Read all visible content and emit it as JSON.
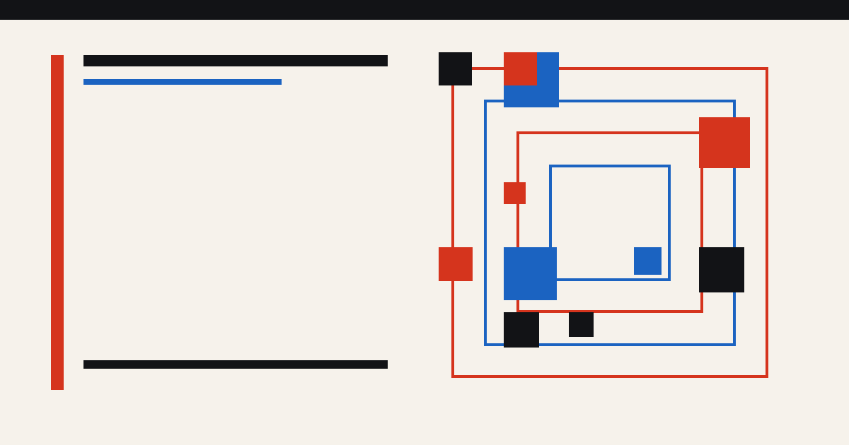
{
  "palette": {
    "background": "#f6f2eb",
    "ink": "#121316",
    "red": "#d5341d",
    "blue": "#1b63c1"
  },
  "header": {
    "bar_color": "#121316"
  },
  "left_panel": {
    "stripe_color": "#d5341d",
    "lines": [
      {
        "name": "title-placeholder-line",
        "color": "#121316"
      },
      {
        "name": "subtitle-placeholder-line",
        "color": "#1b63c1"
      },
      {
        "name": "footer-placeholder-line",
        "color": "#121316"
      }
    ]
  },
  "composition": {
    "frames": [
      {
        "name": "outer-red-frame",
        "color": "#d5341d"
      },
      {
        "name": "blue-frame",
        "color": "#1b63c1"
      },
      {
        "name": "inner-red-frame",
        "color": "#d5341d"
      },
      {
        "name": "inner-blue-frame",
        "color": "#1b63c1"
      }
    ],
    "blocks": [
      {
        "name": "black-block-top-left",
        "color": "#121316"
      },
      {
        "name": "blue-block-top",
        "color": "#1b63c1"
      },
      {
        "name": "red-block-top",
        "color": "#d5341d"
      },
      {
        "name": "red-block-right",
        "color": "#d5341d"
      },
      {
        "name": "red-block-small",
        "color": "#d5341d"
      },
      {
        "name": "red-block-left",
        "color": "#d5341d"
      },
      {
        "name": "blue-block-middle",
        "color": "#1b63c1"
      },
      {
        "name": "blue-block-small",
        "color": "#1b63c1"
      },
      {
        "name": "black-block-right",
        "color": "#121316"
      },
      {
        "name": "black-block-bottom",
        "color": "#121316"
      },
      {
        "name": "black-block-bottom-small",
        "color": "#121316"
      }
    ]
  }
}
